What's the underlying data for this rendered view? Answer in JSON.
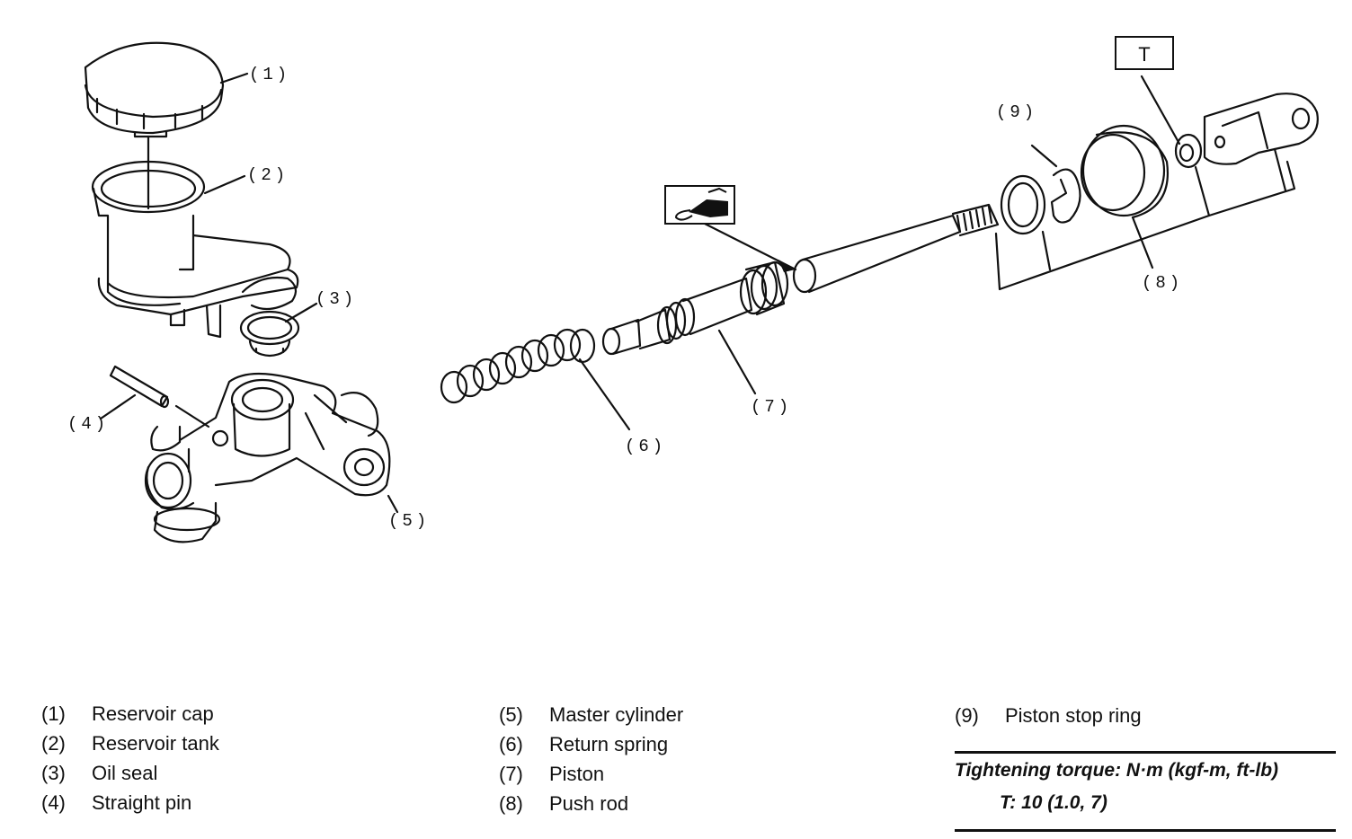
{
  "callouts": [
    "(1)",
    "(2)",
    "(3)",
    "(4)",
    "(5)",
    "(6)",
    "(7)",
    "(8)",
    "(9)"
  ],
  "torque_symbol": "T",
  "legend": [
    {
      "num": "(1)",
      "label": "Reservoir cap"
    },
    {
      "num": "(2)",
      "label": "Reservoir tank"
    },
    {
      "num": "(3)",
      "label": "Oil seal"
    },
    {
      "num": "(4)",
      "label": "Straight pin"
    },
    {
      "num": "(5)",
      "label": "Master cylinder"
    },
    {
      "num": "(6)",
      "label": "Return spring"
    },
    {
      "num": "(7)",
      "label": "Piston"
    },
    {
      "num": "(8)",
      "label": "Push rod"
    },
    {
      "num": "(9)",
      "label": "Piston stop ring"
    }
  ],
  "torque": {
    "title": "Tightening torque: N·m (kgf-m, ft-lb)",
    "value": "T: 10 (1.0, 7)"
  },
  "icons": {
    "grease": "grease-gun-icon"
  }
}
